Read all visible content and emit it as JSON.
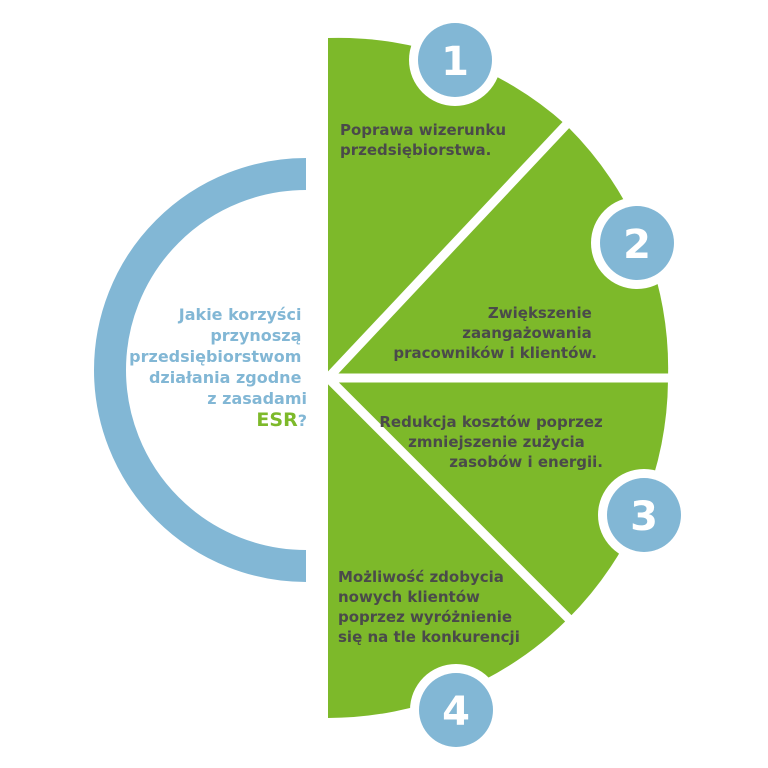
{
  "question": {
    "lines": [
      "Jakie korzyści",
      "przynoszą",
      "przedsiębiorstwom",
      "działania zgodne",
      "z zasadami"
    ],
    "highlight": "ESR",
    "suffix": "?"
  },
  "segments": [
    {
      "number": "1",
      "lines": [
        "Poprawa wizerunku",
        "przedsiębiorstwa."
      ]
    },
    {
      "number": "2",
      "lines": [
        "Zwiększenie",
        "zaangażowania",
        "pracowników i klientów."
      ]
    },
    {
      "number": "3",
      "lines": [
        "Redukcja kosztów poprzez",
        "zmniejszenie zużycia",
        "zasobów i energii."
      ]
    },
    {
      "number": "4",
      "lines": [
        "Możliwość zdobycia",
        "nowych klientów",
        "poprzez wyróżnienie",
        "się na tle konkurencji"
      ]
    }
  ],
  "colors": {
    "green": "#7db92a",
    "blue": "#82b7d5",
    "text_gray": "#4a4a4a",
    "white": "#ffffff"
  }
}
